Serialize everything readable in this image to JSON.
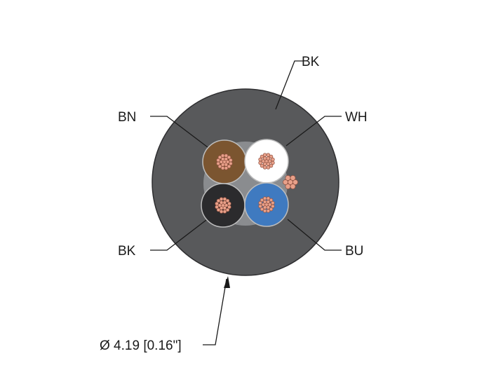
{
  "labels": {
    "jacket": "BK",
    "brown": "BN",
    "white": "WH",
    "black": "BK",
    "blue": "BU",
    "diameter": "Ø 4.19 [0.16\"]"
  },
  "colors": {
    "jacket": "#58595b",
    "jacket_edge": "#2e2e30",
    "filler": "#8a8c8f",
    "brown": "#7b5530",
    "white": "#ffffff",
    "black": "#2b2b2d",
    "blue": "#3f7ac0",
    "copper": "#e8a089",
    "copper_edge": "#8d5040",
    "leader": "#1a1a1a"
  }
}
